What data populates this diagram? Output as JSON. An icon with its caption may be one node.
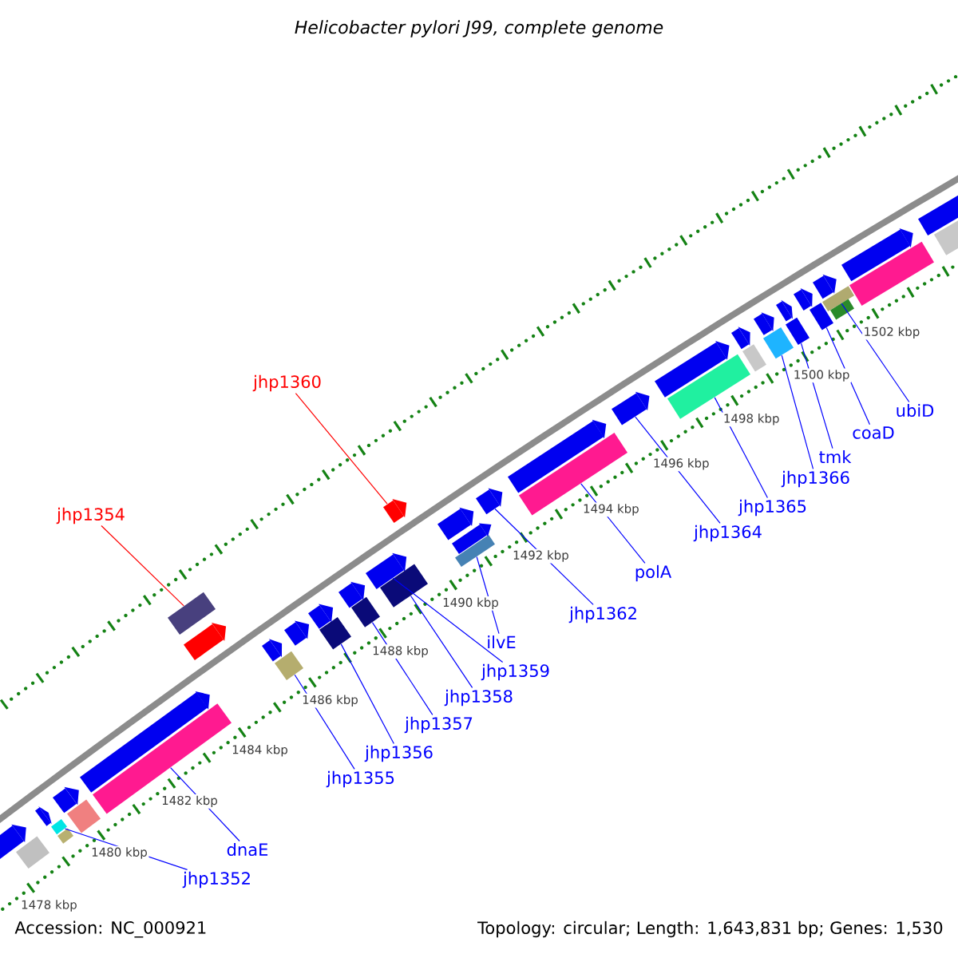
{
  "diagram": {
    "title": "Helicobacter pylori J99, complete genome",
    "nodes": [
      {
        "text": [
          "jhp1354"
        ]
      },
      {
        "text": [],
        "shape": "bar"
      },
      {
        "text": [
          "jhp1360"
        ]
      },
      {
        "text": [],
        "shape": "arrow"
      },
      {
        "text": [
          "jhp1352"
        ]
      },
      {
        "text": [],
        "shape": "bar"
      },
      {
        "text": [
          "dnaE"
        ]
      },
      {
        "text": [],
        "shape": "bar"
      },
      {
        "text": [
          "jhp1355"
        ]
      },
      {
        "text": [],
        "shape": "bar"
      },
      {
        "text": [
          "jhp1356"
        ]
      },
      {
        "text": [],
        "shape": "bar"
      },
      {
        "text": [
          "jhp1357"
        ]
      },
      {
        "text": [],
        "shape": "bar"
      },
      {
        "text": [
          "jhp1358"
        ]
      },
      {
        "text": [],
        "shape": "bar"
      },
      {
        "text": [
          "jhp1359"
        ]
      },
      {
        "text": [],
        "shape": "arrow"
      },
      {
        "text": [
          "ilvE"
        ]
      },
      {
        "text": [],
        "shape": "bar"
      },
      {
        "text": [
          "jhp1362"
        ]
      },
      {
        "text": [],
        "shape": "arrow"
      },
      {
        "text": [
          "polA"
        ]
      },
      {
        "text": [],
        "shape": "bar"
      },
      {
        "text": [
          "jhp1364"
        ]
      },
      {
        "text": [],
        "shape": "arrow"
      },
      {
        "text": [
          "jhp1365"
        ]
      },
      {
        "text": [],
        "shape": "bar"
      },
      {
        "text": [
          "jhp1366"
        ]
      },
      {
        "text": [],
        "shape": "bar"
      },
      {
        "text": [
          "tmk"
        ]
      },
      {
        "text": [],
        "shape": "bar"
      },
      {
        "text": [
          "coaD"
        ]
      },
      {
        "text": [],
        "shape": "bar"
      },
      {
        "text": [
          "ubiD"
        ]
      },
      {
        "text": [],
        "shape": "bar"
      },
      {
        "text": [],
        "shape": "arrow"
      },
      {
        "text": [],
        "shape": "bar"
      },
      {
        "text": [],
        "shape": "arrow"
      },
      {
        "text": [],
        "shape": "arrow"
      },
      {
        "text": [],
        "shape": "bar"
      },
      {
        "text": [],
        "shape": "bar"
      },
      {
        "text": [],
        "shape": "arrow"
      },
      {
        "text": [],
        "shape": "arrow"
      },
      {
        "text": [],
        "shape": "arrow"
      },
      {
        "text": [],
        "shape": "arrow"
      },
      {
        "text": [],
        "shape": "arrow"
      },
      {
        "text": [],
        "shape": "arrow"
      },
      {
        "text": [],
        "shape": "arrow"
      },
      {
        "text": [],
        "shape": "arrow"
      },
      {
        "text": [],
        "shape": "arrow"
      },
      {
        "text": [],
        "shape": "arrow"
      },
      {
        "text": [],
        "shape": "arrow"
      },
      {
        "text": [],
        "shape": "bar"
      },
      {
        "text": [],
        "shape": "arrow"
      },
      {
        "text": [],
        "shape": "arrow"
      },
      {
        "text": [],
        "shape": "arrow"
      },
      {
        "text": [],
        "shape": "arrow"
      },
      {
        "text": [],
        "shape": "bar"
      },
      {
        "text": [],
        "shape": "arrow"
      },
      {
        "text": [],
        "shape": "bar"
      },
      {
        "text": [],
        "shape": "arrow"
      },
      {
        "text": [],
        "shape": "bar"
      }
    ],
    "edges": [
      {
        "from": 0,
        "to": 1,
        "arrow": "none",
        "color": "#ff0000"
      },
      {
        "from": 2,
        "to": 3,
        "arrow": "none",
        "color": "#ff0000"
      },
      {
        "from": 4,
        "to": 5,
        "arrow": "none"
      },
      {
        "from": 6,
        "to": 7,
        "arrow": "none"
      },
      {
        "from": 8,
        "to": 9,
        "arrow": "none"
      },
      {
        "from": 10,
        "to": 11,
        "arrow": "none"
      },
      {
        "from": 12,
        "to": 13,
        "arrow": "none"
      },
      {
        "from": 14,
        "to": 15,
        "arrow": "none"
      },
      {
        "from": 16,
        "to": 17,
        "arrow": "none"
      },
      {
        "from": 18,
        "to": 19,
        "arrow": "none"
      },
      {
        "from": 20,
        "to": 21,
        "arrow": "none"
      },
      {
        "from": 22,
        "to": 23,
        "arrow": "none"
      },
      {
        "from": 24,
        "to": 25,
        "arrow": "none"
      },
      {
        "from": 26,
        "to": 27,
        "arrow": "none"
      },
      {
        "from": 28,
        "to": 29,
        "arrow": "none"
      },
      {
        "from": 30,
        "to": 31,
        "arrow": "none"
      },
      {
        "from": 32,
        "to": 33,
        "arrow": "none"
      },
      {
        "from": 34,
        "to": 35,
        "arrow": "none"
      }
    ],
    "labels": [
      "1478 kbp",
      "1480 kbp",
      "1482 kbp",
      "1484 kbp",
      "1486 kbp",
      "1488 kbp",
      "1490 kbp",
      "1492 kbp",
      "1494 kbp",
      "1496 kbp",
      "1498 kbp",
      "1500 kbp",
      "1502 kbp",
      "Accession: NC_000921",
      "Topology: circular; Length: 1,643,831 bp; Genes: 1,530"
    ]
  }
}
